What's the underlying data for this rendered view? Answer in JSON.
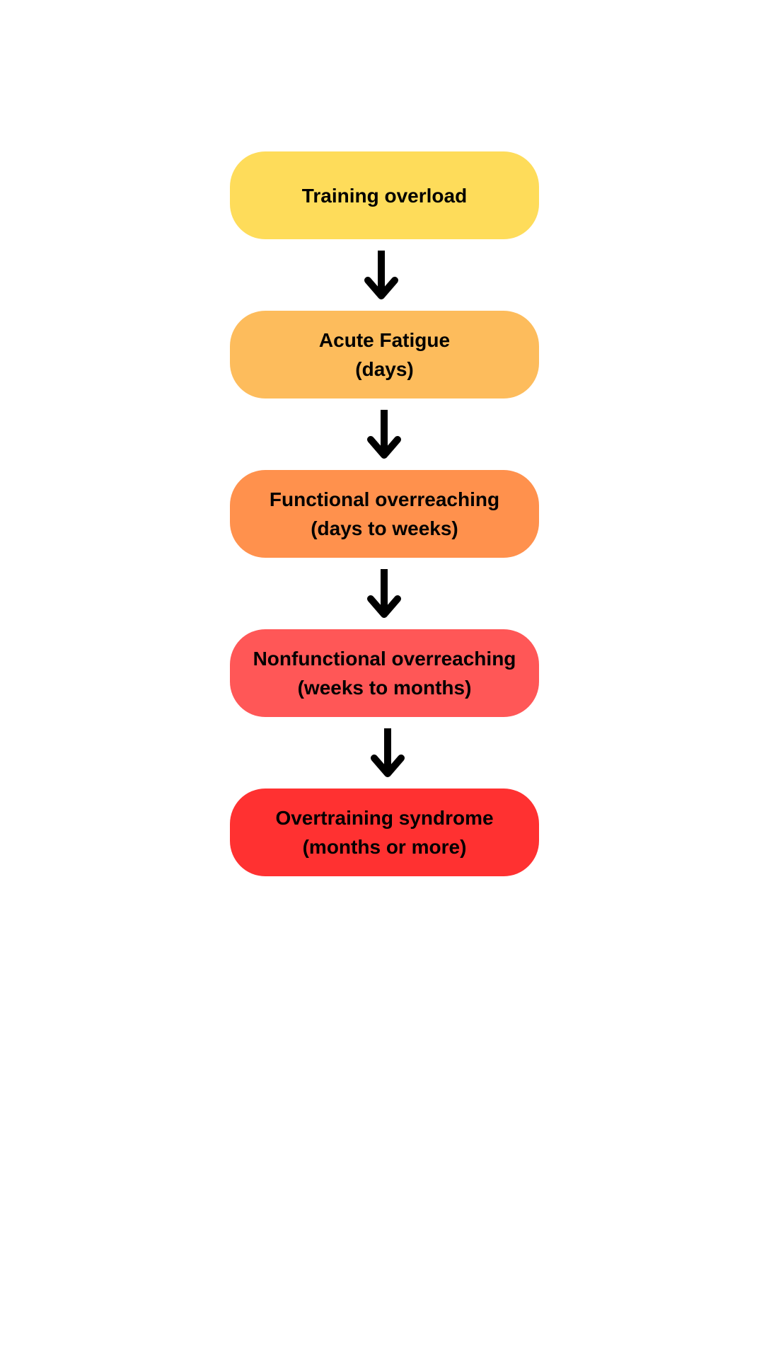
{
  "steps": [
    {
      "line1": "Training overload",
      "line2": "",
      "color": "#FEDC5A"
    },
    {
      "line1": "Acute Fatigue",
      "line2": "(days)",
      "color": "#FDBC5C"
    },
    {
      "line1": "Functional overreaching",
      "line2": "(days to weeks)",
      "color": "#FF914D"
    },
    {
      "line1": "Nonfunctional overreaching",
      "line2": "(weeks to months)",
      "color": "#FF5757"
    },
    {
      "line1": "Overtraining syndrome",
      "line2": "(months or more)",
      "color": "#FF3131"
    }
  ],
  "arrow_icon": "arrow-down-icon"
}
